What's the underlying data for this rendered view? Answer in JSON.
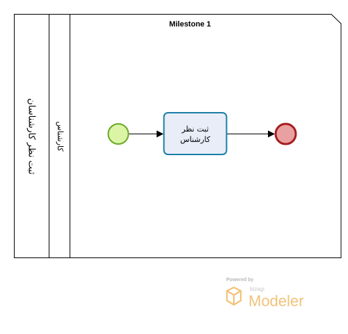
{
  "diagram": {
    "pool_label": "ثبت نظر کارشناسان",
    "lane_label": "کارشناس",
    "milestone_label": "Milestone 1",
    "task": {
      "lines": [
        "ثبت نظر",
        "کارشناس"
      ]
    },
    "colors": {
      "start_fill": "#dcf4a6",
      "start_stroke": "#6aa728",
      "end_fill": "#e9a0a0",
      "end_stroke": "#a51d1d",
      "task_fill": "#e8edf8",
      "task_stroke": "#1b7ea6"
    }
  },
  "branding": {
    "powered_by": "Powered by",
    "bizagi": "bizagi",
    "modeler": "Modeler",
    "logo_icon": "bizagi-cube-icon"
  }
}
